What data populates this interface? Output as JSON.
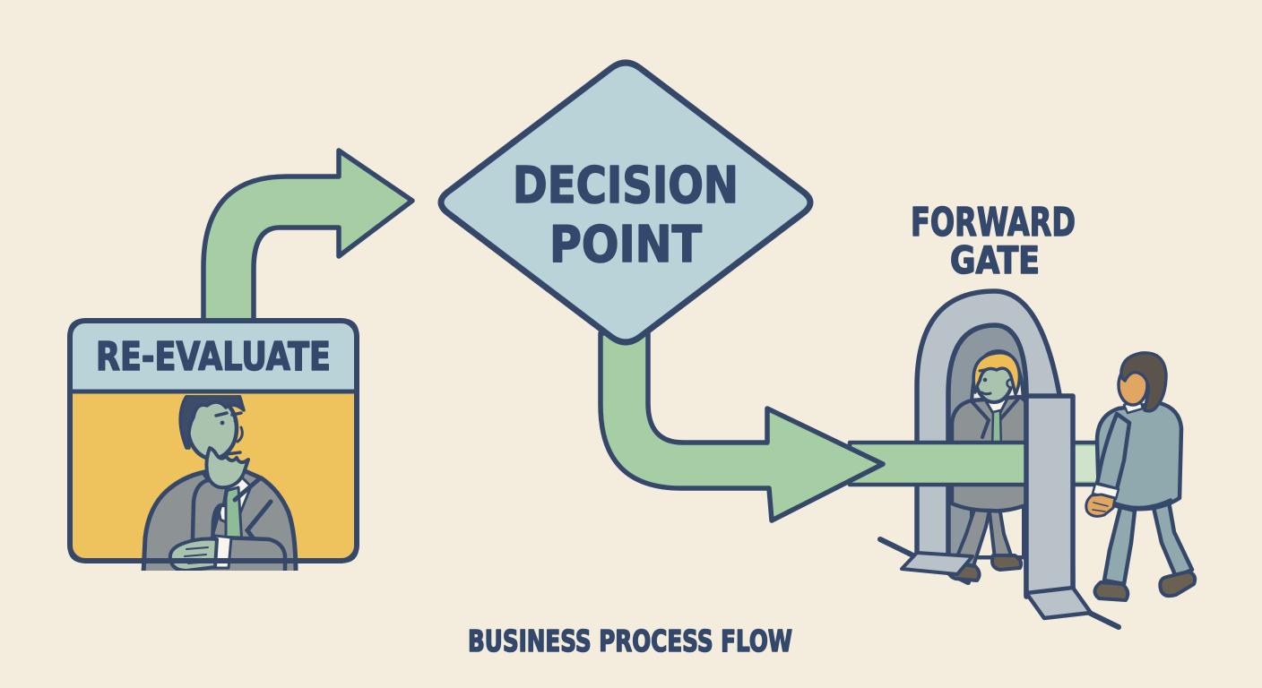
{
  "caption": "BUSINESS PROCESS FLOW",
  "nodes": {
    "reevaluate": {
      "label": "RE-EVALUATE"
    },
    "decision": {
      "line1": "DECISION",
      "line2": "POINT"
    },
    "forward_gate": {
      "line1": "FORWARD",
      "line2": "GATE"
    }
  },
  "colors": {
    "background": "#f4edde",
    "ink": "#36486a",
    "node_blue": "#bad3d9",
    "panel_yellow": "#eec25d",
    "arrow_green": "#a7cda4",
    "band_light_green": "#cfe3ca",
    "gate_light_gray": "#b9c2c9",
    "gate_dark_gray": "#8d97a0",
    "suit_gray": "#8d9295",
    "suit_blue_gray": "#8fa9ae",
    "skin_pale_green": "#a9c3ae",
    "skin_tan": "#e1a662",
    "hair_blond": "#eebd55",
    "hair_navy": "#3d4c68",
    "hair_brown": "#5a544c",
    "shoe_brown": "#6b6153",
    "shirt_white": "#f7f5ee",
    "tie_green": "#8fbb97"
  }
}
